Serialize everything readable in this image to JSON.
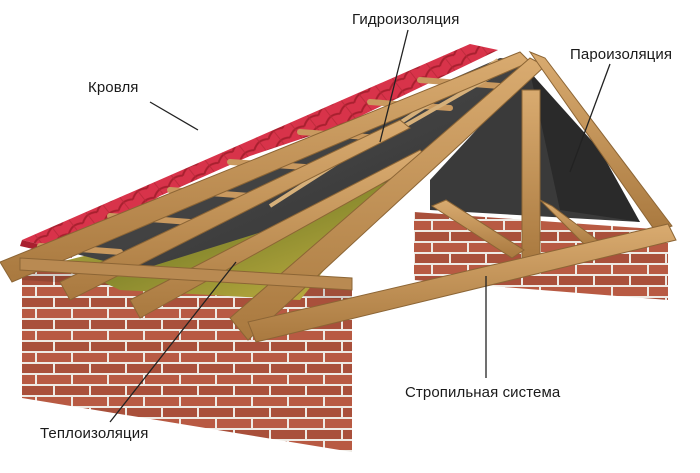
{
  "labels": {
    "krovlya": "Кровля",
    "gidroizolyatsiya": "Гидроизоляция",
    "paroizolyatsiya": "Пароизоляция",
    "stropilnaya_sistema": "Стропильная система",
    "teploizolyatsiya": "Теплоизоляция"
  },
  "colors": {
    "roof_tile": "#d8334a",
    "roof_tile_dark": "#a8202f",
    "membrane": "#3c3c3c",
    "insulation": "#b8a83a",
    "wood": "#c9995f",
    "wood_dark": "#8c6535",
    "brick": "#b85a43",
    "mortar": "#eeeae4",
    "background": "#ffffff"
  }
}
